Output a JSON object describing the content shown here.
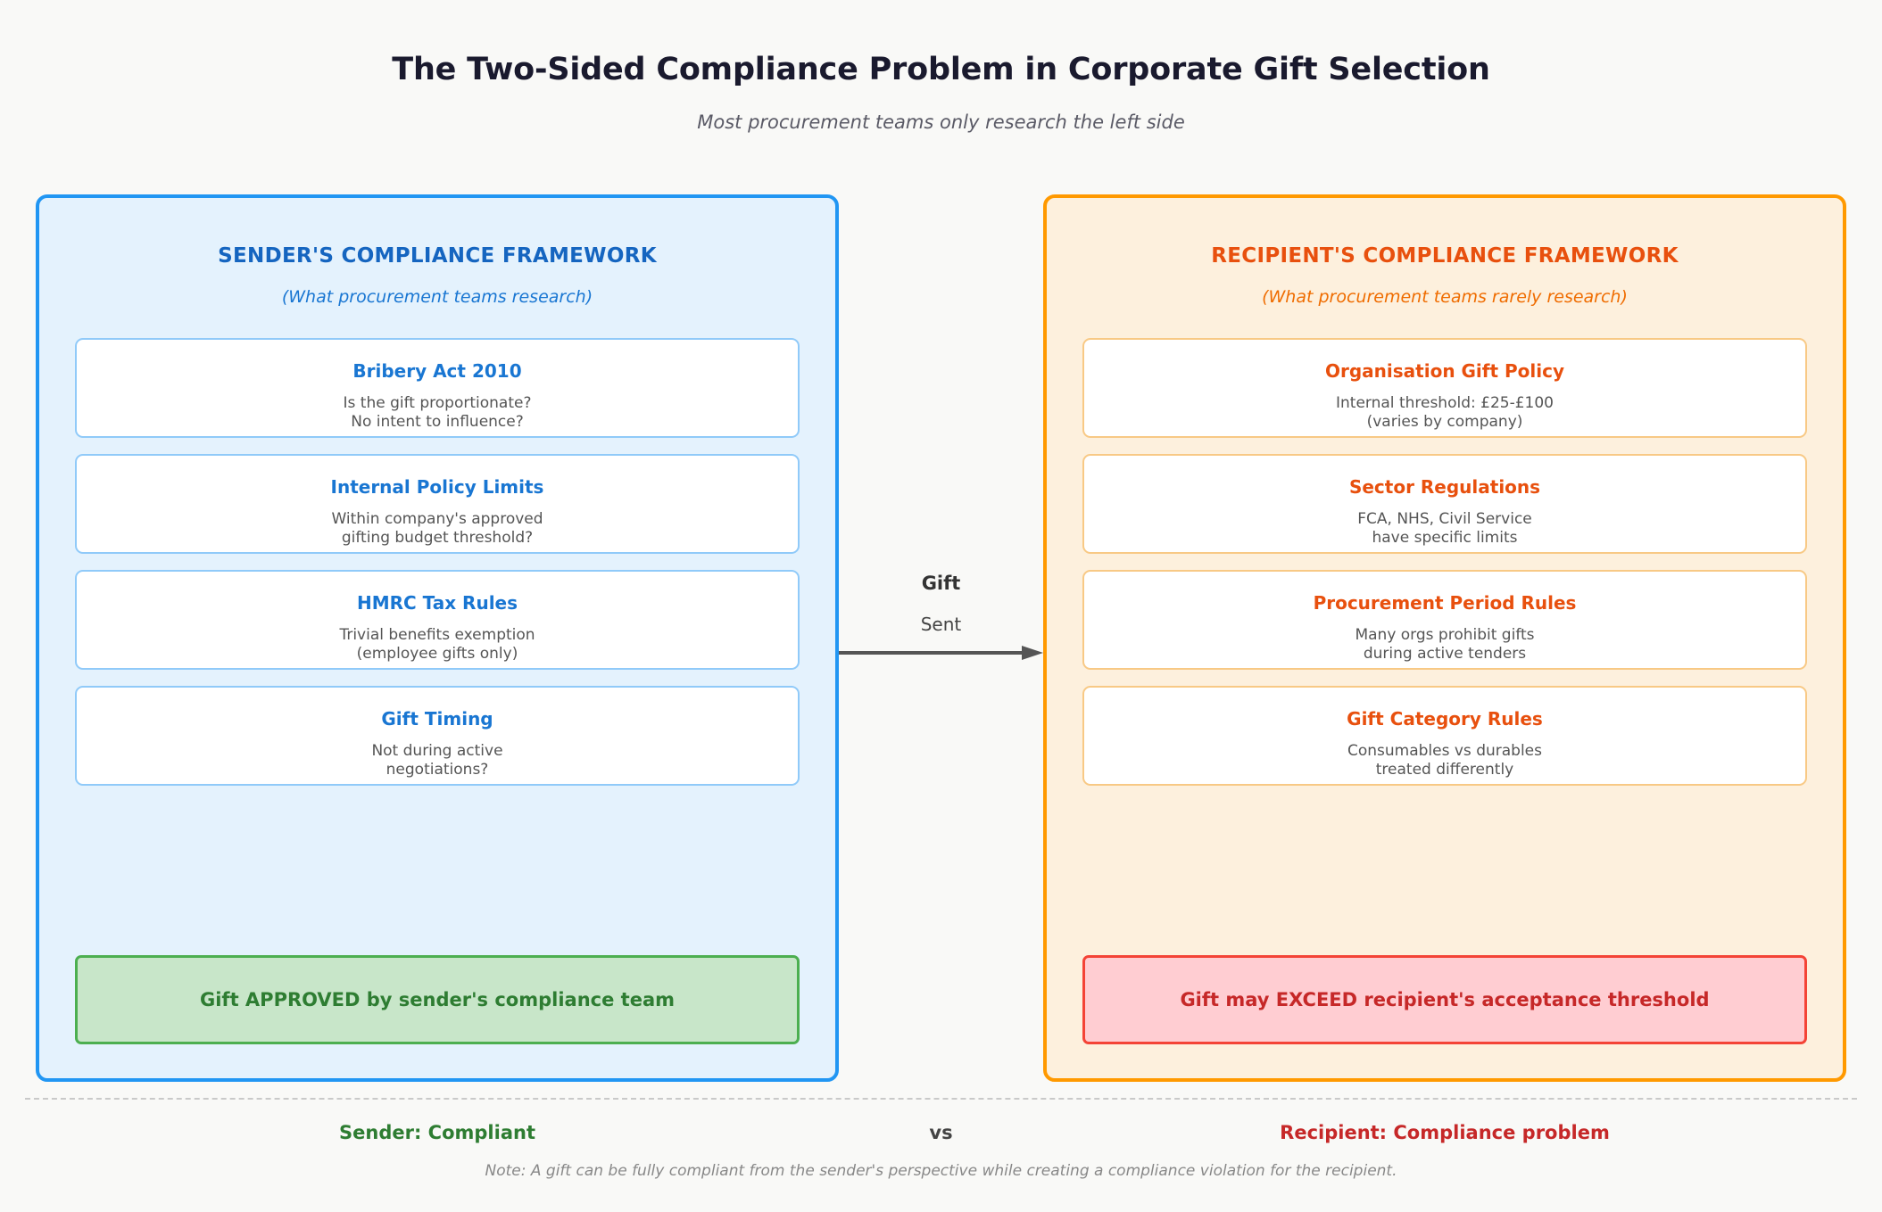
{
  "header": {
    "title": "The Two-Sided Compliance Problem in Corporate Gift Selection",
    "subtitle": "Most procurement teams only research the left side"
  },
  "colors": {
    "sender_border": "#2196f3",
    "sender_fill": "#e4f2fd",
    "sender_accent": "#1976d2",
    "recipient_border": "#ff9900",
    "recipient_fill": "#fdf0dd",
    "recipient_accent": "#e8500e",
    "approved_border": "#4caf50",
    "approved_fill": "#c8e6c9",
    "approved_text": "#2e7d32",
    "exceed_border": "#f44336",
    "exceed_fill": "#ffcdd2",
    "exceed_text": "#c62828",
    "page_background": "#f9f9f7",
    "title_text": "#1a1a2e"
  },
  "sender_panel": {
    "title": "SENDER'S COMPLIANCE FRAMEWORK",
    "note": "(What procurement teams research)",
    "cards": [
      {
        "title": "Bribery Act 2010",
        "desc": "Is the gift proportionate?\nNo intent to influence?"
      },
      {
        "title": "Internal Policy Limits",
        "desc": "Within company's approved\ngifting budget threshold?"
      },
      {
        "title": "HMRC Tax Rules",
        "desc": "Trivial benefits exemption\n(employee gifts only)"
      },
      {
        "title": "Gift Timing",
        "desc": "Not during active\nnegotiations?"
      }
    ],
    "banner": "Gift APPROVED by sender's compliance team"
  },
  "recipient_panel": {
    "title": "RECIPIENT'S COMPLIANCE FRAMEWORK",
    "note": "(What procurement teams rarely research)",
    "cards": [
      {
        "title": "Organisation Gift Policy",
        "desc": "Internal threshold: £25-£100\n(varies by company)"
      },
      {
        "title": "Sector Regulations",
        "desc": "FCA, NHS, Civil Service\nhave specific limits"
      },
      {
        "title": "Procurement Period Rules",
        "desc": "Many orgs prohibit gifts\nduring active tenders"
      },
      {
        "title": "Gift Category Rules",
        "desc": "Consumables vs durables\ntreated differently"
      }
    ],
    "banner": "Gift may EXCEED recipient's acceptance threshold"
  },
  "arrow": {
    "label_main": "Gift",
    "label_sub": "Sent",
    "direction": "left-to-right",
    "color": "#555555"
  },
  "footer": {
    "verdict_sender": "Sender: Compliant",
    "verdict_vs": "vs",
    "verdict_recipient": "Recipient: Compliance problem",
    "note": "Note: A gift can be fully compliant from the sender's perspective while creating a compliance violation for the recipient."
  }
}
